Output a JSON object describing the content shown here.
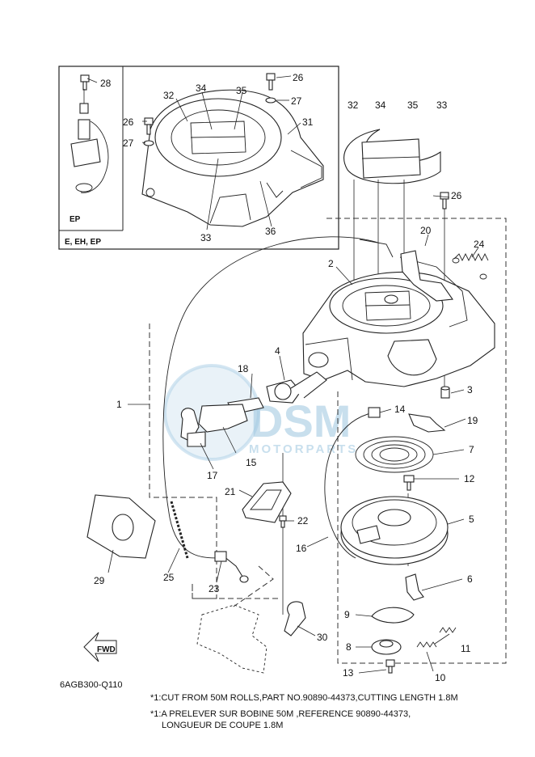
{
  "labels": {
    "p1": "1",
    "p2": "2",
    "p3": "3",
    "p4": "4",
    "p5": "5",
    "p6": "6",
    "p7": "7",
    "p8": "8",
    "p9": "9",
    "p10": "10",
    "p11": "11",
    "p12": "12",
    "p13": "13",
    "p14": "14",
    "p15": "15",
    "p16": "16",
    "p17": "17",
    "p18": "18",
    "p19": "19",
    "p20": "20",
    "p21": "21",
    "p22": "22",
    "p23": "23",
    "p24": "24",
    "p25": "25",
    "p26a": "26",
    "p26b": "26",
    "p26c": "26",
    "p27a": "27",
    "p27b": "27",
    "p28": "28",
    "p29": "29",
    "p30": "30",
    "p31": "31",
    "p32a": "32",
    "p32b": "32",
    "p33a": "33",
    "p33b": "33",
    "p34a": "34",
    "p34b": "34",
    "p35a": "35",
    "p35b": "35",
    "p36": "36"
  },
  "inset": {
    "variant_small": "EP",
    "variant_models": "E, EH, EP"
  },
  "watermark": {
    "brand": "DSM",
    "tagline": "MOTORPARTS"
  },
  "fwd_label": "FWD",
  "diagram_code": "6AGB300-Q110",
  "footnotes": {
    "line1": "*1:CUT FROM 50M ROLLS,PART NO.90890-44373,CUTTING LENGTH 1.8M",
    "line2": "*1:A PRELEVER SUR BOBINE 50M ,REFERENCE 90890-44373,",
    "line3": "LONGUEUR DE COUPE 1.8M"
  }
}
